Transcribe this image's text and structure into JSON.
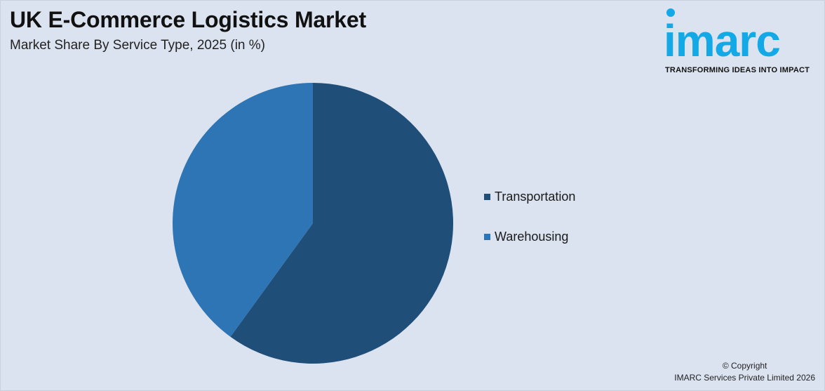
{
  "header": {
    "title": "UK E-Commerce Logistics Market",
    "subtitle": "Market Share By Service Type, 2025 (in %)"
  },
  "logo": {
    "word": "imarc",
    "tagline": "TRANSFORMING IDEAS INTO IMPACT",
    "color": "#12a9e6"
  },
  "chart_data": {
    "type": "pie",
    "title": "UK E-Commerce Logistics Market",
    "subtitle": "Market Share By Service Type, 2025 (in %)",
    "categories": [
      "Transportation",
      "Warehousing"
    ],
    "values": [
      60,
      40
    ],
    "colors": [
      "#1f4e79",
      "#2e75b6"
    ],
    "start_angle_deg": 0,
    "direction": "clockwise",
    "legend_position": "right",
    "data_labels": false
  },
  "footer": {
    "copyright_line1": "© Copyright",
    "copyright_line2": "IMARC Services Private Limited 2026"
  }
}
